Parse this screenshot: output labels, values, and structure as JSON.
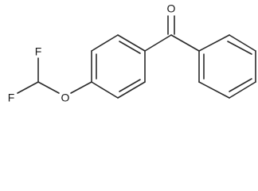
{
  "molecule": {
    "atoms": {
      "carbonyl_oxygen": "O",
      "ether_oxygen": "O",
      "fluorine_upper": "F",
      "fluorine_lower": "F"
    }
  }
}
